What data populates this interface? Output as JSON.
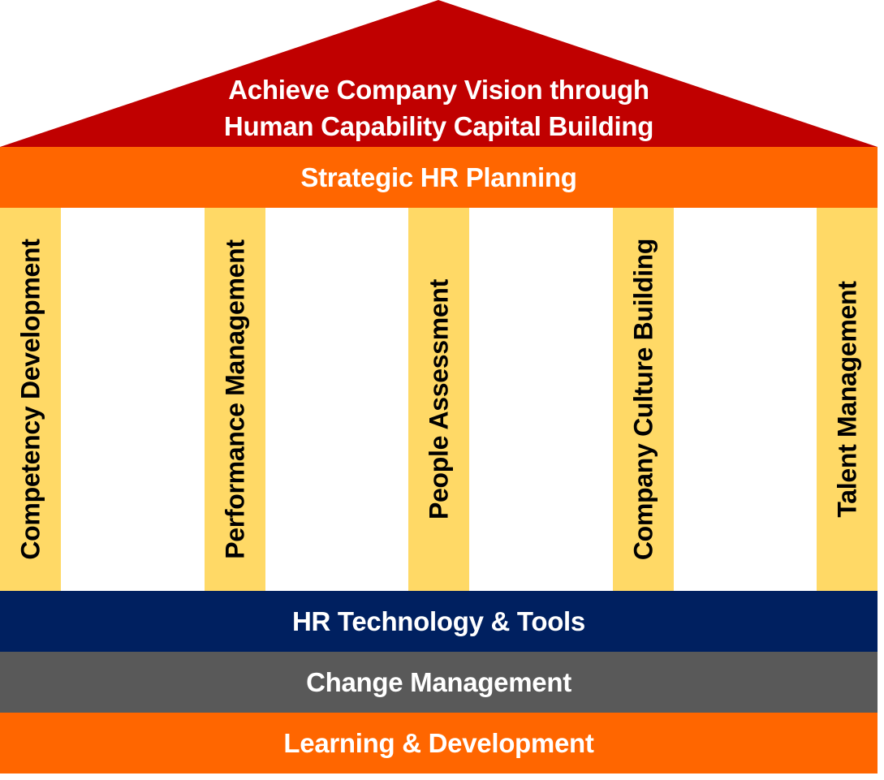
{
  "roof": {
    "line1": "Achieve Company Vision through",
    "line2": "Human Capability Capital Building",
    "color": "#c00000"
  },
  "bands": {
    "strategic": "Strategic HR Planning",
    "technology": "HR Technology & Tools",
    "change": "Change Management",
    "learning": "Learning & Development"
  },
  "pillars": [
    "Competency Development",
    "Performance Management",
    "People Assessment",
    "Company Culture Building",
    "Talent Management"
  ],
  "colors": {
    "orange": "#ff6600",
    "navy": "#002060",
    "gray": "#595959",
    "pillar": "#ffd966",
    "roof": "#c00000"
  }
}
